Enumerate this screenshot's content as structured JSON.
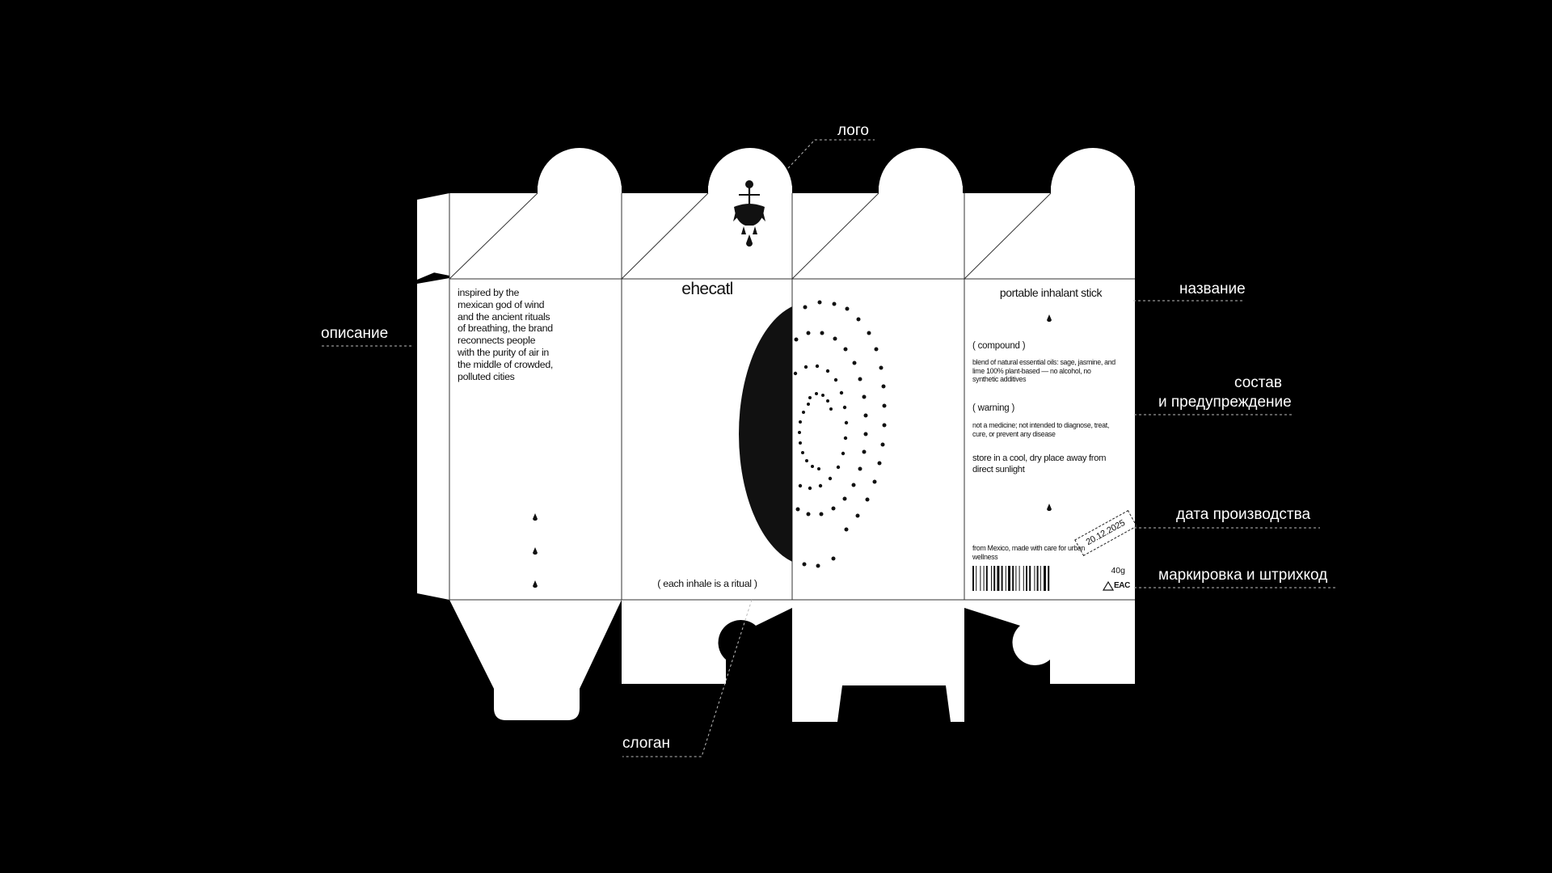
{
  "annotations": {
    "logo": "лого",
    "name": "название",
    "description": "описание",
    "composition_line1": "состав",
    "composition_line2": "и  предупреждение",
    "production_date": "дата  производства",
    "marking": "маркировка  и  штрихкод",
    "slogan": "слоган"
  },
  "panels": {
    "side_left": {
      "description": "inspired by the mexican god of wind and the ancient rituals of breathing, the brand reconnects people with the purity of air in the middle of crowded, polluted cities"
    },
    "front": {
      "brand_name": "ehecatl",
      "slogan": "(   each inhale is a ritual   )"
    },
    "back": {
      "product_name": "portable inhalant stick",
      "compound_label": "(   compound   )",
      "compound_text": "blend of natural essential oils: sage, jasmine, and lime 100% plant-based — no alcohol, no synthetic additives",
      "warning_label": "(   warning   )",
      "warning_text": "not a medicine; not intended to diagnose, treat, cure, or prevent any disease",
      "storage_text": "store in a cool, dry place away from direct sunlight",
      "origin_text": "from Mexico, made with care for urban wellness",
      "weight": "40g",
      "certification": "EAC",
      "production_date": "20.12.2025"
    }
  },
  "icons": [
    "logo-figure-icon",
    "droplet-icon",
    "spiral-dots-icon",
    "barcode-icon",
    "warning-triangle-icon"
  ],
  "colors": {
    "background": "#000000",
    "dieline": "#ffffff",
    "ink": "#111111"
  }
}
